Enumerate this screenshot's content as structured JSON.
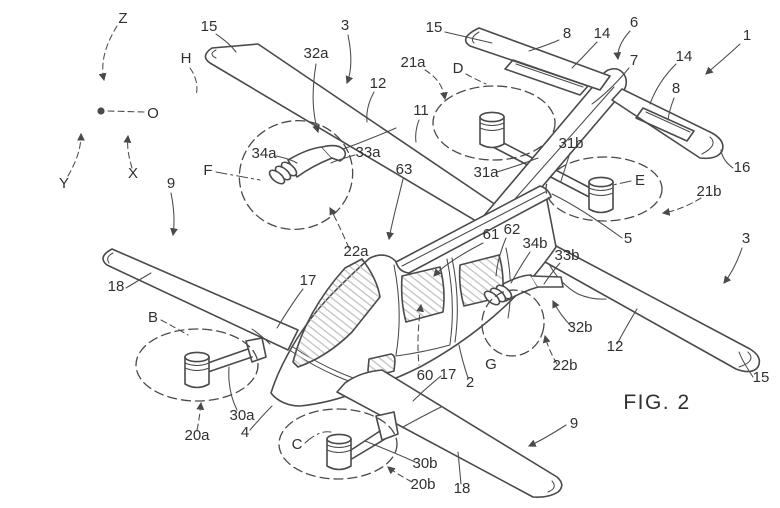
{
  "figure": {
    "caption": "FIG. 2",
    "type": "patent-line-drawing",
    "labels": {
      "Z": "Z",
      "O": "O",
      "Y": "Y",
      "X": "X",
      "H": "H",
      "D": "D",
      "E": "E",
      "F": "F",
      "B": "B",
      "C": "C",
      "G": "G",
      "n1": "1",
      "n2": "2",
      "n3a": "3",
      "n3b": "3",
      "n4": "4",
      "n5": "5",
      "n6": "6",
      "n7": "7",
      "n8a": "8",
      "n8b": "8",
      "n9a": "9",
      "n9b": "9",
      "n11": "11",
      "n12a": "12",
      "n12b": "12",
      "n14a": "14",
      "n14b": "14",
      "n15a": "15",
      "n15b": "15",
      "n15c": "15",
      "n16": "16",
      "n17a": "17",
      "n17b": "17",
      "n18a": "18",
      "n18b": "18",
      "n20a": "20a",
      "n20b": "20b",
      "n21a": "21a",
      "n21b": "21b",
      "n22a": "22a",
      "n22b": "22b",
      "n30a": "30a",
      "n30b": "30b",
      "n31a": "31a",
      "n31b": "31b",
      "n32a": "32a",
      "n32b": "32b",
      "n33a": "33a",
      "n33b": "33b",
      "n34a": "34a",
      "n34b": "34b",
      "n60": "60",
      "n61": "61",
      "n62": "62",
      "n63": "63"
    }
  },
  "colors": {
    "ink": "#4a4a4a",
    "hatch": "#bdbdbd",
    "background": "#ffffff"
  }
}
